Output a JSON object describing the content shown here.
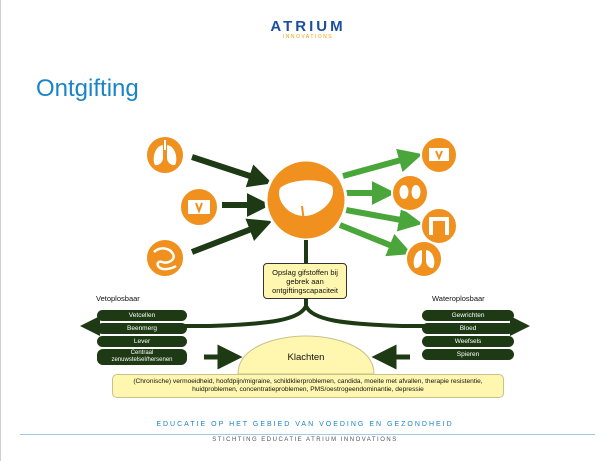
{
  "logo": {
    "name": "ATRIUM",
    "sub": "INNOVATIONS"
  },
  "title": "Ontgifting",
  "storage_box": "Opslag gifstoffen bij gebrek aan ontgiftingscapaciteit",
  "fat_soluble": {
    "label": "Vetoplosbaar",
    "items": [
      "Vetcellen",
      "Beenmerg",
      "Lever",
      "Centraal zenuwstelsel/hersenen"
    ]
  },
  "water_soluble": {
    "label": "Wateroplosbaar",
    "items": [
      "Gewrichten",
      "Bloed",
      "Weefsels",
      "Spieren"
    ]
  },
  "complaints": {
    "title": "Klachten",
    "text": "(Chronische) vermoeidheid, hoofdpijn/migraine, schildklierproblemen, candida, moeite met afvallen, therapie resistentie, huidproblemen, concentratieproblemen, PMS/oestrogeendominantie, depressie"
  },
  "footer": {
    "line1": "EDUCATIE OP HET GEBIED VAN VOEDING EN GEZONDHEID",
    "line2": "STICHTING EDUCATIE ATRIUM INNOVATIONS"
  },
  "icons": {
    "inputs": [
      "lungs-icon",
      "skin-icon",
      "intestine-icon"
    ],
    "center": "liver-icon",
    "outputs": [
      "skin-icon",
      "kidneys-icon",
      "colon-icon",
      "lungs-icon"
    ]
  },
  "colors": {
    "orange": "#f0901e",
    "dark_green": "#1e3a14",
    "bright_green": "#4aa53a",
    "yellow_box": "#fff7b0",
    "title_blue": "#1a84c8"
  }
}
